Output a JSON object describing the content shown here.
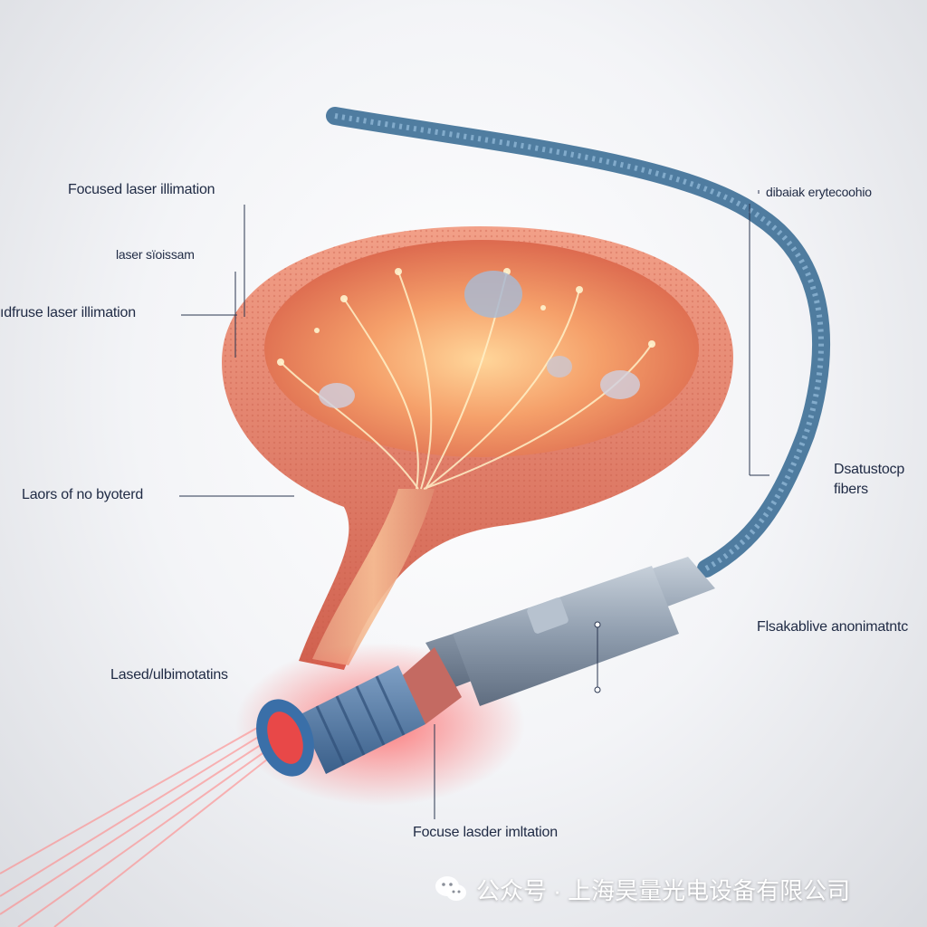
{
  "labels": {
    "focused_laser_illumination": "Focused laser illimation",
    "laser_scissors": "laser sïoissam",
    "diffuse_laser_illumination": "ıdfruse laser illimation",
    "layers": "Laors of no byoterd",
    "laser_ublimotations": "Lased/ulbimotatins",
    "top_right": "dibaiak erytecoohio",
    "fibers_line1": "Dsatustocp",
    "fibers_line2": "fibers",
    "flexible": "Flsakablive anonimatntc",
    "bottom": "Focuse lasder imltation"
  },
  "watermark": {
    "icon": "wechat-icon",
    "text": "公众号 · 上海昊量光电设备有限公司"
  },
  "colors": {
    "tissue": "#e8836a",
    "tissue_inner": "#f2a060",
    "cable": "#4a80aa",
    "probe": "#8a98aa",
    "laser": "#ff4d4d",
    "label_text": "#1f2a44"
  }
}
